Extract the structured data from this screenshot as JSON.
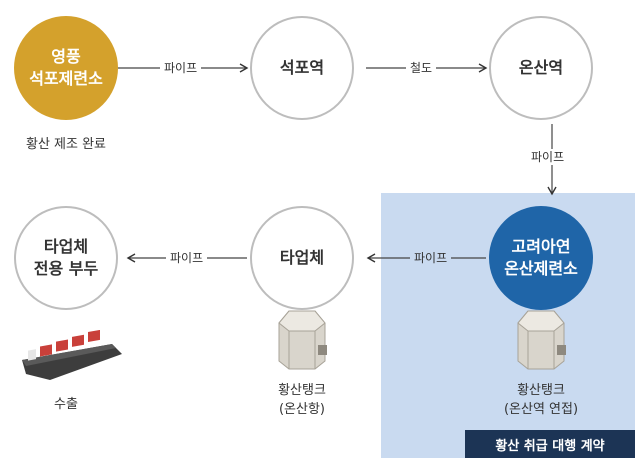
{
  "nodes": {
    "yeongpung": {
      "line1": "영풍",
      "line2": "석포제련소",
      "color": "#d4a12c",
      "note": "황산 제조 완료"
    },
    "seokpo": {
      "label": "석포역"
    },
    "onsan": {
      "label": "온산역"
    },
    "korea_zinc": {
      "line1": "고려아연",
      "line2": "온산제련소",
      "color": "#1f65a8",
      "note_line1": "황산탱크",
      "note_line2": "(온산역 연접)"
    },
    "company": {
      "label": "타업체",
      "note_line1": "황산탱크",
      "note_line2": "(온산항)"
    },
    "pier": {
      "line1": "타업체",
      "line2": "전용 부두",
      "note": "수출"
    }
  },
  "edges": {
    "yeongpung_seokpo": "파이프",
    "seokpo_onsan": "철도",
    "onsan_korea_zinc": "파이프",
    "korea_zinc_company": "파이프",
    "company_pier": "파이프"
  },
  "panel": {
    "label": "황산 취급 대행 계약",
    "color": "#c9daf0"
  }
}
